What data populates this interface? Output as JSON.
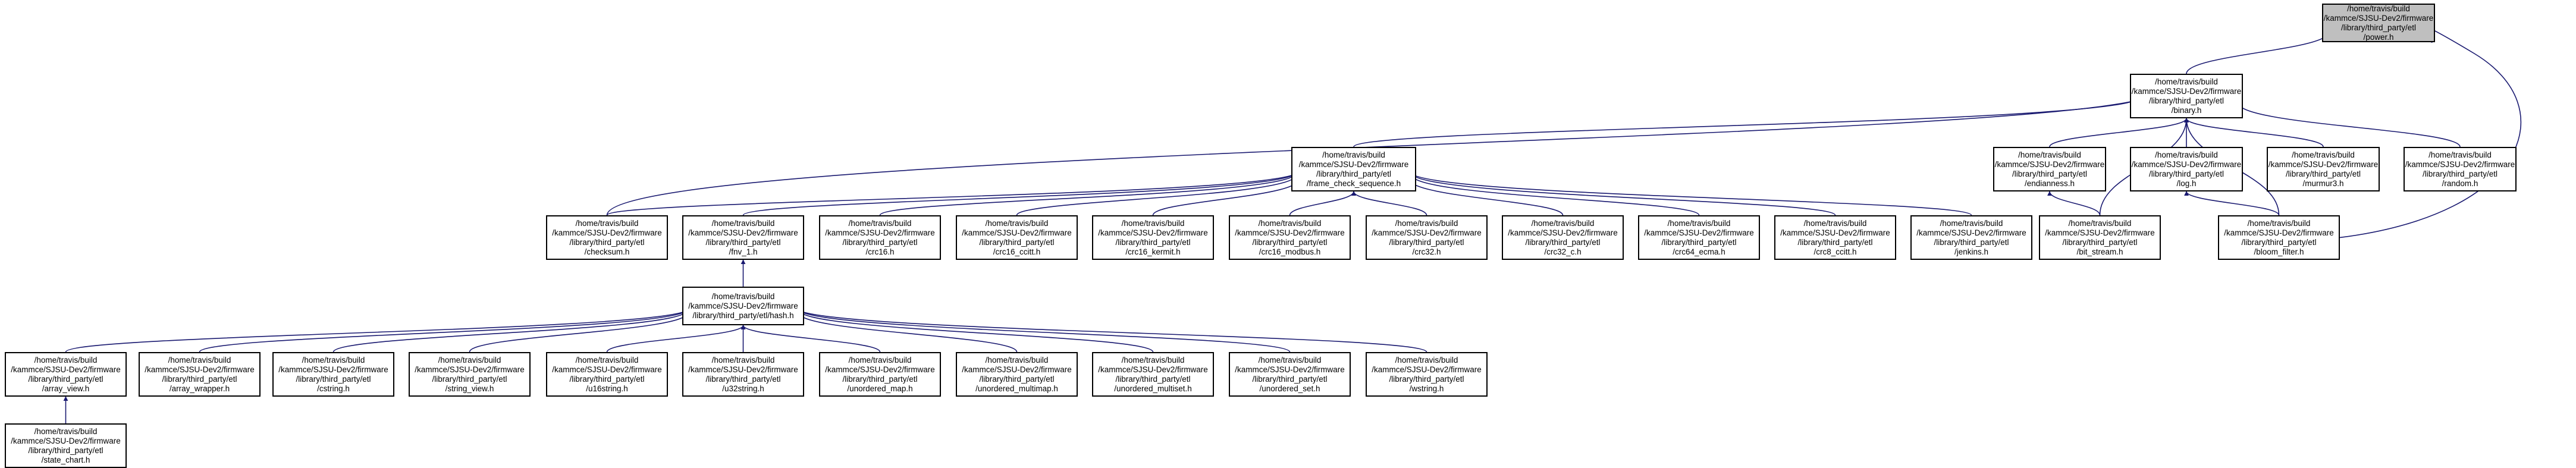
{
  "nodes": [
    {
      "id": "power",
      "root": true,
      "lines": [
        "/home/travis/build",
        "/kammce/SJSU-Dev2/firmware",
        "/library/third_party/etl",
        "/power.h"
      ]
    },
    {
      "id": "binary",
      "lines": [
        "/home/travis/build",
        "/kammce/SJSU-Dev2/firmware",
        "/library/third_party/etl",
        "/binary.h"
      ]
    },
    {
      "id": "fcs",
      "lines": [
        "/home/travis/build",
        "/kammce/SJSU-Dev2/firmware",
        "/library/third_party/etl",
        "/frame_check_sequence.h"
      ]
    },
    {
      "id": "endianness",
      "lines": [
        "/home/travis/build",
        "/kammce/SJSU-Dev2/firmware",
        "/library/third_party/etl",
        "/endianness.h"
      ]
    },
    {
      "id": "log",
      "lines": [
        "/home/travis/build",
        "/kammce/SJSU-Dev2/firmware",
        "/library/third_party/etl",
        "/log.h"
      ]
    },
    {
      "id": "murmur3",
      "lines": [
        "/home/travis/build",
        "/kammce/SJSU-Dev2/firmware",
        "/library/third_party/etl",
        "/murmur3.h"
      ]
    },
    {
      "id": "random",
      "lines": [
        "/home/travis/build",
        "/kammce/SJSU-Dev2/firmware",
        "/library/third_party/etl",
        "/random.h"
      ]
    },
    {
      "id": "checksum",
      "lines": [
        "/home/travis/build",
        "/kammce/SJSU-Dev2/firmware",
        "/library/third_party/etl",
        "/checksum.h"
      ]
    },
    {
      "id": "fnv1",
      "lines": [
        "/home/travis/build",
        "/kammce/SJSU-Dev2/firmware",
        "/library/third_party/etl",
        "/fnv_1.h"
      ]
    },
    {
      "id": "crc16",
      "lines": [
        "/home/travis/build",
        "/kammce/SJSU-Dev2/firmware",
        "/library/third_party/etl",
        "/crc16.h"
      ]
    },
    {
      "id": "crc16ccitt",
      "lines": [
        "/home/travis/build",
        "/kammce/SJSU-Dev2/firmware",
        "/library/third_party/etl",
        "/crc16_ccitt.h"
      ]
    },
    {
      "id": "crc16kermit",
      "lines": [
        "/home/travis/build",
        "/kammce/SJSU-Dev2/firmware",
        "/library/third_party/etl",
        "/crc16_kermit.h"
      ]
    },
    {
      "id": "crc16modbus",
      "lines": [
        "/home/travis/build",
        "/kammce/SJSU-Dev2/firmware",
        "/library/third_party/etl",
        "/crc16_modbus.h"
      ]
    },
    {
      "id": "crc32",
      "lines": [
        "/home/travis/build",
        "/kammce/SJSU-Dev2/firmware",
        "/library/third_party/etl",
        "/crc32.h"
      ]
    },
    {
      "id": "crc32c",
      "lines": [
        "/home/travis/build",
        "/kammce/SJSU-Dev2/firmware",
        "/library/third_party/etl",
        "/crc32_c.h"
      ]
    },
    {
      "id": "crc64ecma",
      "lines": [
        "/home/travis/build",
        "/kammce/SJSU-Dev2/firmware",
        "/library/third_party/etl",
        "/crc64_ecma.h"
      ]
    },
    {
      "id": "crc8ccitt",
      "lines": [
        "/home/travis/build",
        "/kammce/SJSU-Dev2/firmware",
        "/library/third_party/etl",
        "/crc8_ccitt.h"
      ]
    },
    {
      "id": "jenkins",
      "lines": [
        "/home/travis/build",
        "/kammce/SJSU-Dev2/firmware",
        "/library/third_party/etl",
        "/jenkins.h"
      ]
    },
    {
      "id": "bitstream",
      "lines": [
        "/home/travis/build",
        "/kammce/SJSU-Dev2/firmware",
        "/library/third_party/etl",
        "/bit_stream.h"
      ]
    },
    {
      "id": "bloom",
      "lines": [
        "/home/travis/build",
        "/kammce/SJSU-Dev2/firmware",
        "/library/third_party/etl",
        "/bloom_filter.h"
      ]
    },
    {
      "id": "hash",
      "lines": [
        "/home/travis/build",
        "/kammce/SJSU-Dev2/firmware",
        "/library/third_party/etl/hash.h"
      ]
    },
    {
      "id": "arrayview",
      "lines": [
        "/home/travis/build",
        "/kammce/SJSU-Dev2/firmware",
        "/library/third_party/etl",
        "/array_view.h"
      ]
    },
    {
      "id": "arraywrapper",
      "lines": [
        "/home/travis/build",
        "/kammce/SJSU-Dev2/firmware",
        "/library/third_party/etl",
        "/array_wrapper.h"
      ]
    },
    {
      "id": "cstring",
      "lines": [
        "/home/travis/build",
        "/kammce/SJSU-Dev2/firmware",
        "/library/third_party/etl",
        "/cstring.h"
      ]
    },
    {
      "id": "stringview",
      "lines": [
        "/home/travis/build",
        "/kammce/SJSU-Dev2/firmware",
        "/library/third_party/etl",
        "/string_view.h"
      ]
    },
    {
      "id": "u16string",
      "lines": [
        "/home/travis/build",
        "/kammce/SJSU-Dev2/firmware",
        "/library/third_party/etl",
        "/u16string.h"
      ]
    },
    {
      "id": "u32string",
      "lines": [
        "/home/travis/build",
        "/kammce/SJSU-Dev2/firmware",
        "/library/third_party/etl",
        "/u32string.h"
      ]
    },
    {
      "id": "umap",
      "lines": [
        "/home/travis/build",
        "/kammce/SJSU-Dev2/firmware",
        "/library/third_party/etl",
        "/unordered_map.h"
      ]
    },
    {
      "id": "umultimap",
      "lines": [
        "/home/travis/build",
        "/kammce/SJSU-Dev2/firmware",
        "/library/third_party/etl",
        "/unordered_multimap.h"
      ]
    },
    {
      "id": "umultiset",
      "lines": [
        "/home/travis/build",
        "/kammce/SJSU-Dev2/firmware",
        "/library/third_party/etl",
        "/unordered_multiset.h"
      ]
    },
    {
      "id": "uset",
      "lines": [
        "/home/travis/build",
        "/kammce/SJSU-Dev2/firmware",
        "/library/third_party/etl",
        "/unordered_set.h"
      ]
    },
    {
      "id": "wstring",
      "lines": [
        "/home/travis/build",
        "/kammce/SJSU-Dev2/firmware",
        "/library/third_party/etl",
        "/wstring.h"
      ]
    },
    {
      "id": "statechart",
      "lines": [
        "/home/travis/build",
        "/kammce/SJSU-Dev2/firmware",
        "/library/third_party/etl",
        "/state_chart.h"
      ]
    }
  ],
  "edges": [
    {
      "from": "binary",
      "to": "power"
    },
    {
      "from": "bloom",
      "to": "power"
    },
    {
      "from": "fcs",
      "to": "binary"
    },
    {
      "from": "endianness",
      "to": "binary"
    },
    {
      "from": "log",
      "to": "binary"
    },
    {
      "from": "murmur3",
      "to": "binary"
    },
    {
      "from": "random",
      "to": "binary"
    },
    {
      "from": "checksum",
      "to": "binary"
    },
    {
      "from": "bitstream",
      "to": "binary"
    },
    {
      "from": "bloom",
      "to": "binary"
    },
    {
      "from": "checksum",
      "to": "fcs"
    },
    {
      "from": "fnv1",
      "to": "fcs"
    },
    {
      "from": "crc16",
      "to": "fcs"
    },
    {
      "from": "crc16ccitt",
      "to": "fcs"
    },
    {
      "from": "crc16kermit",
      "to": "fcs"
    },
    {
      "from": "crc16modbus",
      "to": "fcs"
    },
    {
      "from": "crc32",
      "to": "fcs"
    },
    {
      "from": "crc32c",
      "to": "fcs"
    },
    {
      "from": "crc64ecma",
      "to": "fcs"
    },
    {
      "from": "crc8ccitt",
      "to": "fcs"
    },
    {
      "from": "jenkins",
      "to": "fcs"
    },
    {
      "from": "bitstream",
      "to": "endianness"
    },
    {
      "from": "bloom",
      "to": "log"
    },
    {
      "from": "hash",
      "to": "fnv1"
    },
    {
      "from": "arrayview",
      "to": "hash"
    },
    {
      "from": "arraywrapper",
      "to": "hash"
    },
    {
      "from": "cstring",
      "to": "hash"
    },
    {
      "from": "stringview",
      "to": "hash"
    },
    {
      "from": "u16string",
      "to": "hash"
    },
    {
      "from": "u32string",
      "to": "hash"
    },
    {
      "from": "umap",
      "to": "hash"
    },
    {
      "from": "umultimap",
      "to": "hash"
    },
    {
      "from": "umultiset",
      "to": "hash"
    },
    {
      "from": "uset",
      "to": "hash"
    },
    {
      "from": "wstring",
      "to": "hash"
    },
    {
      "from": "statechart",
      "to": "arrayview"
    }
  ],
  "colors": {
    "edge": "#191970",
    "border": "#000000",
    "root_fill": "#bfbfbf",
    "node_fill": "#ffffff",
    "text": "#000000"
  }
}
